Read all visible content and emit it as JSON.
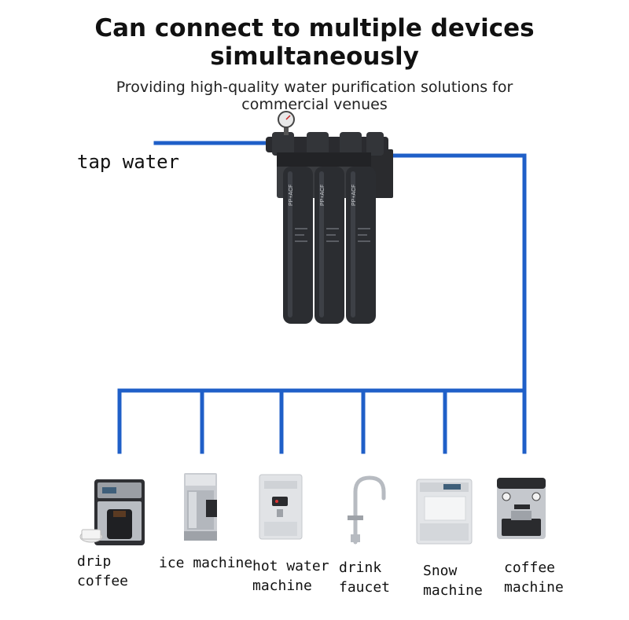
{
  "header": {
    "title_line1": "Can connect to multiple devices",
    "title_line2": "simultaneously",
    "subtitle_line1": "Providing high-quality water purification solutions for",
    "subtitle_line2": "commercial venues"
  },
  "source": {
    "label": "tap water"
  },
  "filter": {
    "cartridges": [
      {
        "label": "PP+ACF"
      },
      {
        "label": "PP+ACF"
      },
      {
        "label": "PP+ACF"
      }
    ]
  },
  "devices": [
    {
      "line1": "drip",
      "line2": "coffee",
      "icon": "drip-coffee-maker-icon"
    },
    {
      "line1": "ice machine",
      "line2": "",
      "icon": "ice-machine-icon"
    },
    {
      "line1": "hot water",
      "line2": "machine",
      "icon": "hot-water-machine-icon"
    },
    {
      "line1": "drink",
      "line2": "faucet",
      "icon": "drink-faucet-icon"
    },
    {
      "line1": "Snow",
      "line2": "machine",
      "icon": "snow-machine-icon"
    },
    {
      "line1": "coffee",
      "line2": "machine",
      "icon": "espresso-machine-icon"
    }
  ],
  "colors": {
    "pipe": "#1f5fc8",
    "filter_body": "#2b2d31",
    "filter_dark": "#1a1b1e"
  }
}
